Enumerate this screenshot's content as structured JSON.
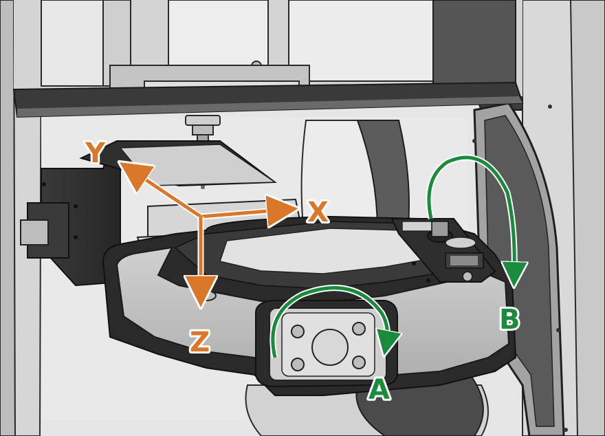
{
  "axes": {
    "x": {
      "label": "X",
      "color": "#d9782a"
    },
    "y": {
      "label": "Y",
      "color": "#d9782a"
    },
    "z": {
      "label": "Z",
      "color": "#d9782a"
    }
  },
  "rotations": {
    "a": {
      "label": "A",
      "color": "#1a8a3c"
    },
    "b": {
      "label": "B",
      "color": "#1a8a3c"
    }
  },
  "icons": {
    "machine": "five-axis-milling-machine",
    "trunnion": "trunnion-cradle",
    "spindle": "spindle-tool"
  }
}
